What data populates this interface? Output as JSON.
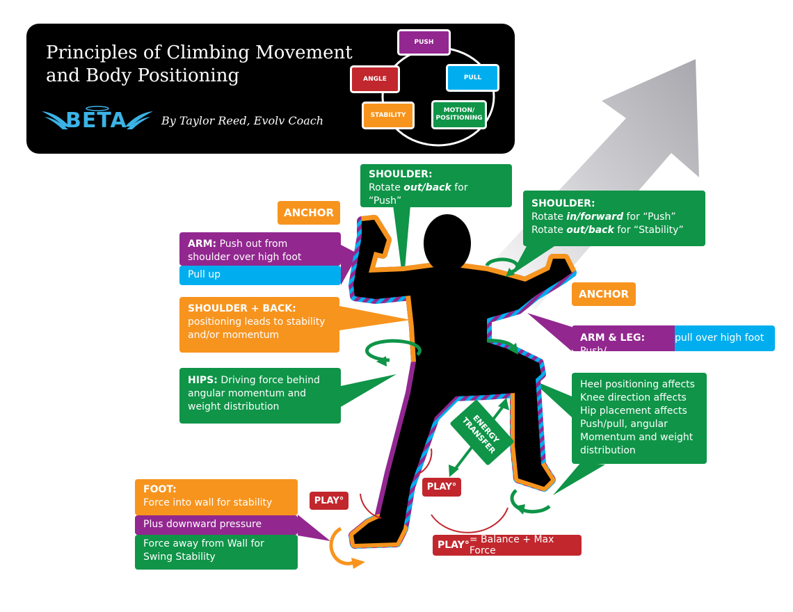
{
  "header": {
    "title": "Principles of Climbing Movement\nand Body Positioning",
    "logo_text": "BETA",
    "byline": "By Taylor Reed, Evolv Coach"
  },
  "cycle": {
    "push": "PUSH",
    "pull": "PULL",
    "angle": "ANGLE",
    "stability": "STABILITY",
    "motion": "MOTION/\nPOSITIONING"
  },
  "callouts": {
    "shoulder_top": {
      "head": "SHOULDER:",
      "line_pre": "Rotate ",
      "line_em": "out/back",
      "line_post": " for “Push”"
    },
    "shoulder_right": {
      "head": "SHOULDER:",
      "l1_pre": "Rotate ",
      "l1_em": "in/forward",
      "l1_post": " for “Push”",
      "l2_pre": "Rotate ",
      "l2_em": "out/back",
      "l2_post": " for “Stability”"
    },
    "anchor_left": "ANCHOR",
    "anchor_right": "ANCHOR",
    "arm": {
      "head": "ARM:",
      "text": " Push out from shoulder over high foot",
      "pull": "Pull up"
    },
    "shoulder_back": {
      "head": "SHOULDER + BACK:",
      "text": "positioning leads to stability and/or momentum"
    },
    "arm_leg": {
      "head": "ARM & LEG:",
      "push": " Push/",
      "pull": " pull over high foot"
    },
    "hips": {
      "head": "HIPS:",
      "text": " Driving force behind angular momentum and weight distribution"
    },
    "heel": {
      "l1": "Heel positioning affects",
      "l2": "Knee direction affects",
      "l3": "Hip placement affects",
      "l4": "Push/pull, angular",
      "l5": "Momentum and weight",
      "l6": "distribution"
    },
    "energy": "ENERGY\nTRANSFER",
    "foot": {
      "head": "FOOT:",
      "l1": "Force into wall for stability",
      "l2": "Plus downward pressure",
      "l3": "Force away from Wall for Swing Stability"
    },
    "play_left": "PLAY°",
    "play_mid": "PLAY°",
    "play_legend_head": "PLAY°",
    "play_legend_text": " = Balance + Max Force"
  },
  "colors": {
    "green": "#0f9448",
    "orange": "#f7941e",
    "purple": "#92278f",
    "blue": "#00aeef",
    "red": "#c1272d",
    "black": "#000000"
  }
}
